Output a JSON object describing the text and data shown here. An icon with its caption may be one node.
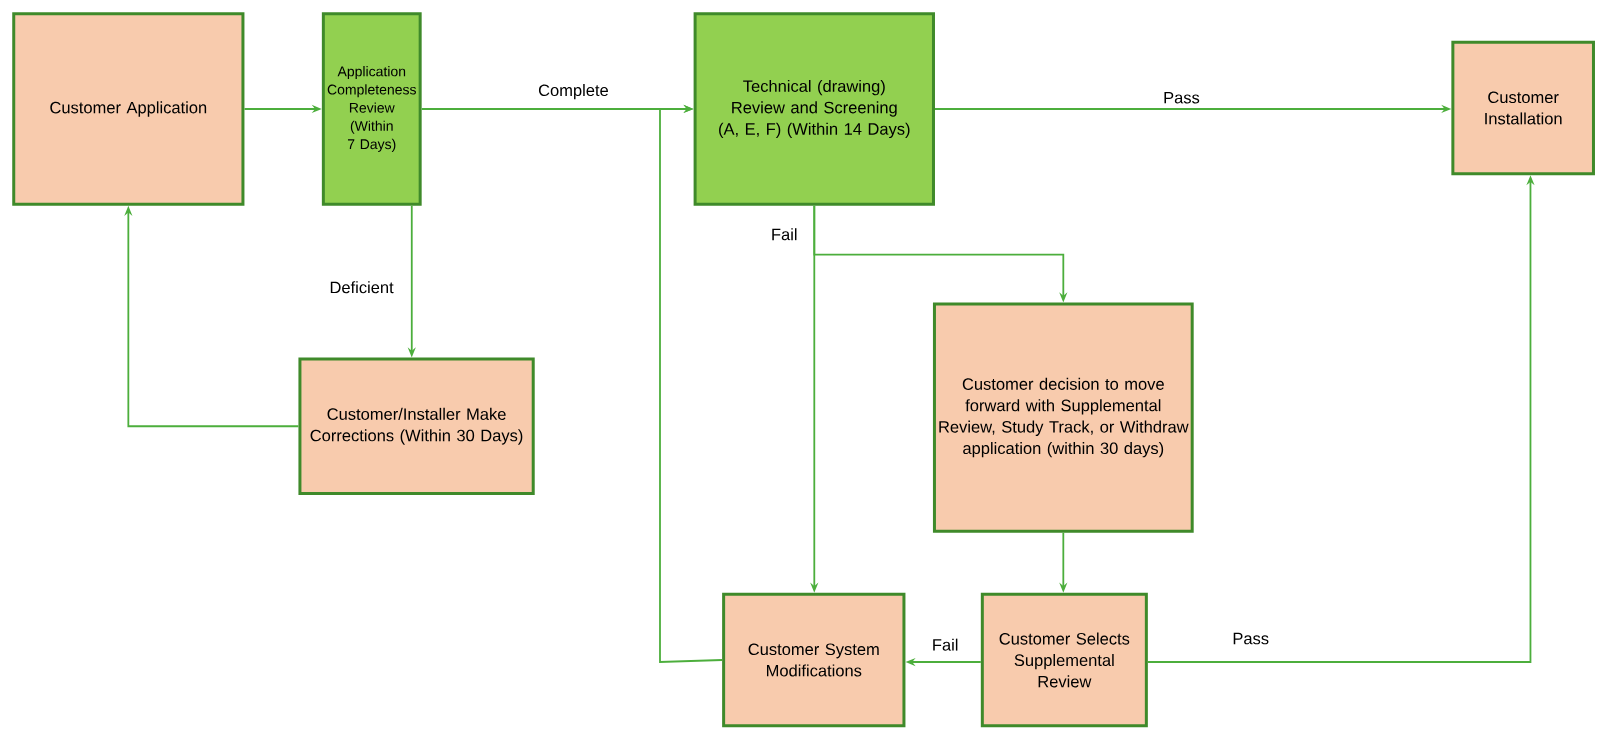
{
  "diagram": {
    "nodes": [
      {
        "text": [
          "Customer Application"
        ]
      },
      {
        "text": [
          "Application Completeness Review (Within 7 Days)"
        ]
      },
      {
        "text": [
          "Technical (drawing) Review and Screening (A, E, F) (Within 14 Days)"
        ]
      },
      {
        "text": [
          "Customer Installation"
        ]
      },
      {
        "text": [
          "Customer/Installer Make Corrections (Within 30 Days)"
        ]
      },
      {
        "text": [
          "Customer decision to move forward with Supplemental Review, Study Track, or Withdraw application (within 30 days)"
        ]
      },
      {
        "text": [
          "Customer System Modifications"
        ]
      },
      {
        "text": [
          "Customer Selects Supplemental Review"
        ]
      }
    ],
    "edges": [
      {
        "from": 0,
        "to": 1,
        "arrow": "to"
      },
      {
        "from": 1,
        "to": 2,
        "arrow": "to",
        "label": "Complete"
      },
      {
        "from": 1,
        "to": 4,
        "arrow": "to",
        "label": "Deficient"
      },
      {
        "from": 4,
        "to": 0,
        "arrow": "to"
      },
      {
        "from": 2,
        "to": 3,
        "arrow": "to",
        "label": "Pass"
      },
      {
        "from": 2,
        "to": 6,
        "arrow": "to",
        "label": "Fail"
      },
      {
        "from": 2,
        "to": 5,
        "arrow": "to"
      },
      {
        "from": 6,
        "to": 2,
        "arrow": "to"
      },
      {
        "from": 5,
        "to": 7,
        "arrow": "to"
      },
      {
        "from": 7,
        "to": 6,
        "arrow": "to",
        "label": "Fail"
      },
      {
        "from": 7,
        "to": 3,
        "arrow": "to",
        "label": "Pass"
      }
    ]
  }
}
